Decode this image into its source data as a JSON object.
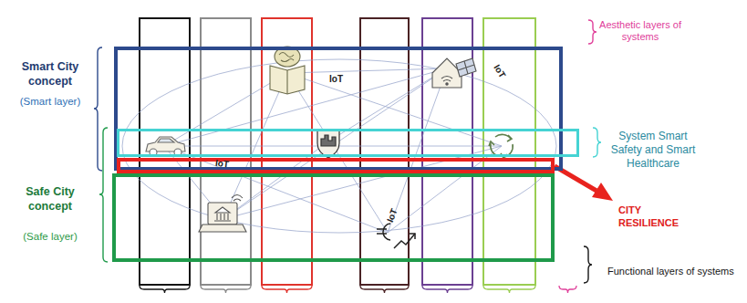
{
  "diagram": {
    "nodes": [
      {
        "text": [
          "Smart City concept",
          "(Smart layer)"
        ]
      },
      {
        "text": [
          "System Smart Safety and Smart Healthcare"
        ]
      },
      {
        "text": [
          "CITY RESILIENCE"
        ]
      },
      {
        "text": [
          "Safe City concept",
          "(Safe layer)"
        ]
      }
    ],
    "labels": [
      "Aesthetic layers of systems",
      "IoT",
      "IoT",
      "IoT",
      "IoT",
      "Functional layers of systems"
    ]
  }
}
